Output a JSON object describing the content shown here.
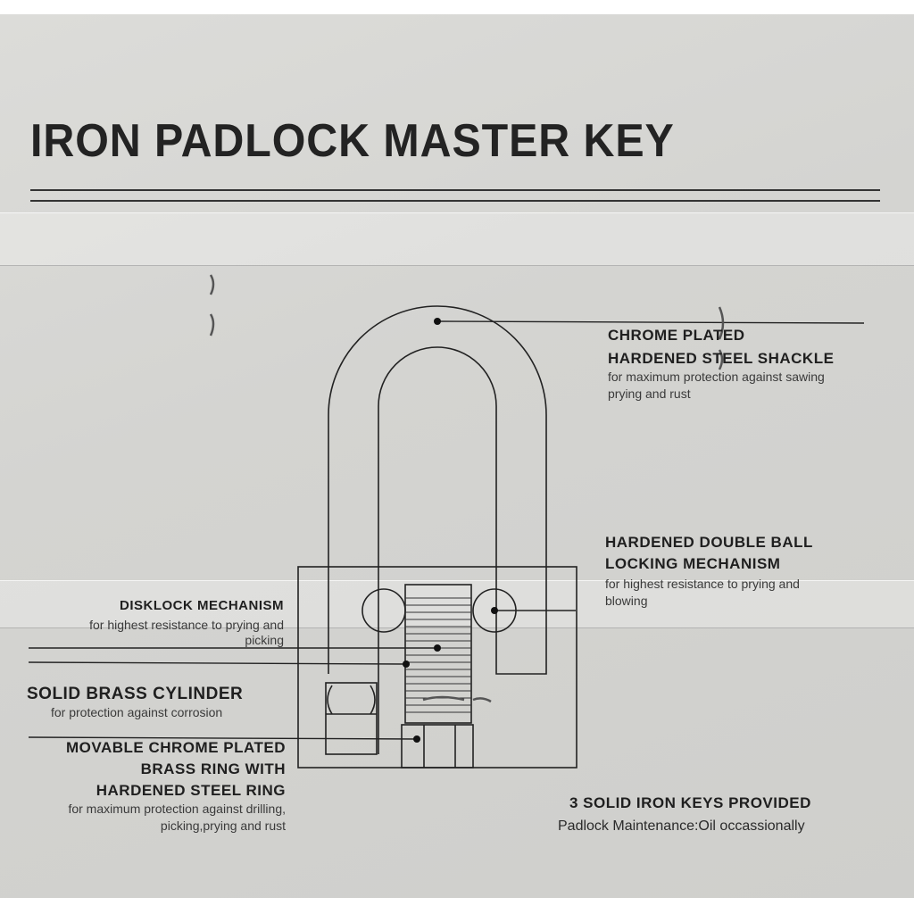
{
  "title": "IRON PADLOCK MASTER KEY",
  "labels": {
    "shackle_title_1": "CHROME PLATED",
    "shackle_title_2": "HARDENED STEEL SHACKLE",
    "shackle_desc_1": "for maximum protection against sawing",
    "shackle_desc_2": "prying and rust",
    "ball_title_1": "HARDENED DOUBLE BALL",
    "ball_title_2": "LOCKING MECHANISM",
    "ball_desc_1": "for highest resistance to prying and",
    "ball_desc_2": "blowing",
    "disk_title": "DISKLOCK MECHANISM",
    "disk_desc_1": "for highest resistance to prying and",
    "disk_desc_2": "picking",
    "brass_title": "SOLID BRASS CYLINDER",
    "brass_desc": "for protection against corrosion",
    "ring_title_1": "MOVABLE CHROME PLATED",
    "ring_title_2": "BRASS RING WITH",
    "ring_title_3": "HARDENED STEEL RING",
    "ring_desc_1": "for maximum protection against drilling,",
    "ring_desc_2": "picking,prying and rust",
    "keys_title": "3 SOLID IRON KEYS PROVIDED",
    "maintenance": "Padlock Maintenance:Oil occassionally"
  },
  "colors": {
    "ink": "#1f1f1f",
    "panel": "#d6d6d3"
  }
}
